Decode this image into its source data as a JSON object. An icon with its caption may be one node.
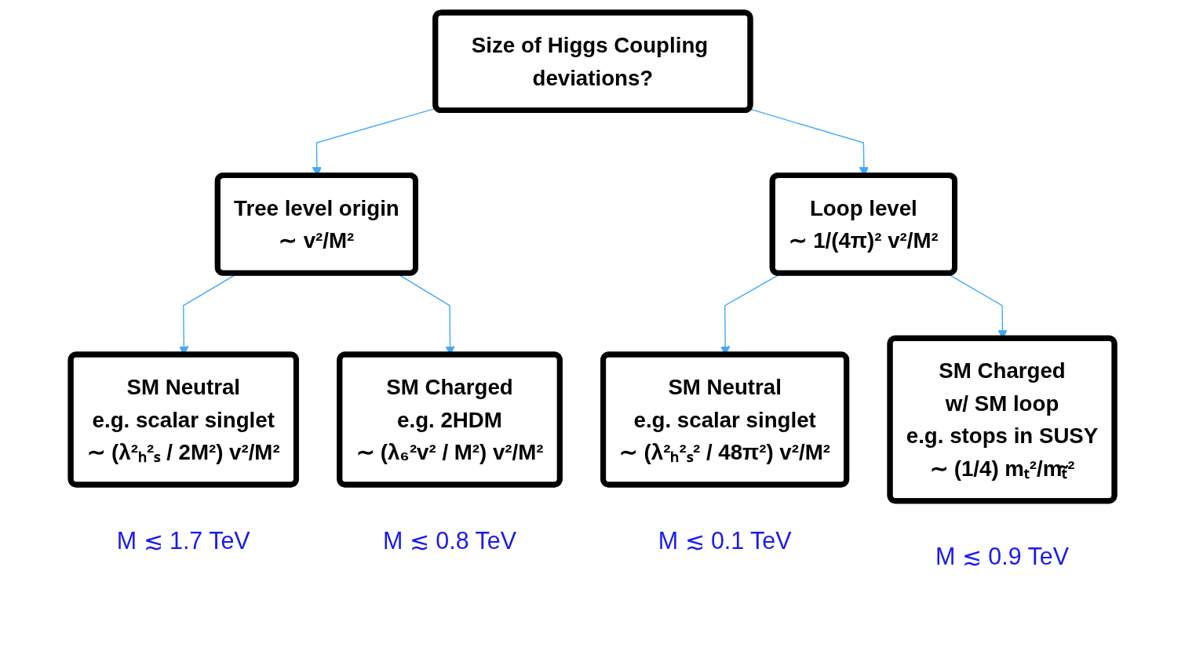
{
  "diagram": {
    "nodes": [
      {
        "text": [
          "Size of Higgs Coupling deviations?"
        ]
      },
      {
        "text": [
          "Tree level origin",
          "∼ v²/M²"
        ]
      },
      {
        "text": [
          "Loop level",
          "∼ 1/(4π)² v²/M²"
        ]
      },
      {
        "text": [
          "SM Neutral",
          "e.g. scalar singlet",
          "∼ (λ²ₕ²ₛ / 2M²) v²/M²"
        ],
        "beside": [
          "M ≲ 1.7 TeV"
        ]
      },
      {
        "text": [
          "SM Charged",
          "e.g. 2HDM",
          "∼ (λ₆²v² / M²) v²/M²"
        ],
        "beside": [
          "M ≲ 0.8 TeV"
        ]
      },
      {
        "text": [
          "SM Neutral",
          "e.g. scalar singlet",
          "∼ (λ²ₕ²ₛ² / 48π²) v²/M²"
        ],
        "beside": [
          "M ≲ 0.1 TeV"
        ]
      },
      {
        "text": [
          "SM Charged",
          "w/ SM loop",
          "e.g. stops in SUSY",
          "∼ (1/4) mₜ²/mₜ̃²"
        ],
        "beside": [
          "M ≲ 0.9 TeV"
        ]
      }
    ],
    "edges": [
      {
        "from": 0,
        "to": 1,
        "arrow": "to"
      },
      {
        "from": 0,
        "to": 2,
        "arrow": "to"
      },
      {
        "from": 1,
        "to": 3,
        "arrow": "to"
      },
      {
        "from": 1,
        "to": 4,
        "arrow": "to"
      },
      {
        "from": 2,
        "to": 5,
        "arrow": "to"
      },
      {
        "from": 2,
        "to": 6,
        "arrow": "to"
      }
    ]
  }
}
